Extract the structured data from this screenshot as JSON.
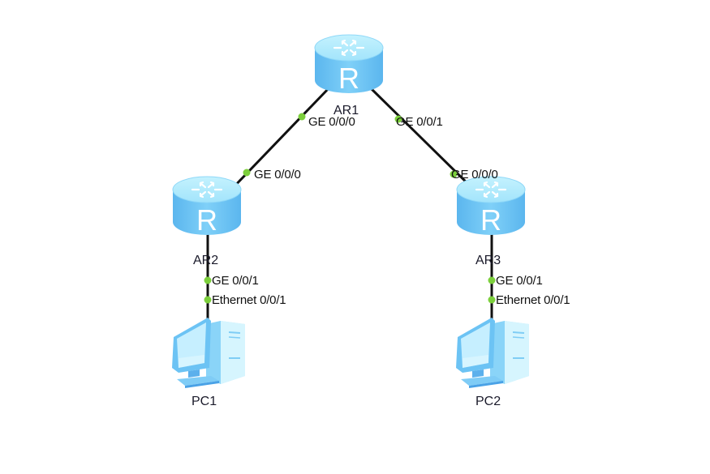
{
  "diagram": {
    "type": "network-topology",
    "colors": {
      "link": "#111111",
      "port_dot": "#7ccf3c",
      "router_top": "#b4ecfc",
      "router_body": "#6cc5f4",
      "router_body_dark": "#58b4ea",
      "pc_light": "#c8f0fe",
      "pc_mid": "#8fd6f8",
      "pc_dark": "#4aa8ec"
    },
    "nodes": [
      {
        "id": "AR1",
        "kind": "router",
        "label": "AR1",
        "glyph": "R"
      },
      {
        "id": "AR2",
        "kind": "router",
        "label": "AR2",
        "glyph": "R"
      },
      {
        "id": "AR3",
        "kind": "router",
        "label": "AR3",
        "glyph": "R"
      },
      {
        "id": "PC1",
        "kind": "pc",
        "label": "PC1"
      },
      {
        "id": "PC2",
        "kind": "pc",
        "label": "PC2"
      }
    ],
    "links": [
      {
        "from": "AR1",
        "from_port": "GE 0/0/0",
        "to": "AR2",
        "to_port": "GE 0/0/0"
      },
      {
        "from": "AR1",
        "from_port": "GE 0/0/1",
        "to": "AR3",
        "to_port": "GE 0/0/0"
      },
      {
        "from": "AR2",
        "from_port": "GE 0/0/1",
        "to": "PC1",
        "to_port": "Ethernet 0/0/1"
      },
      {
        "from": "AR3",
        "from_port": "GE 0/0/1",
        "to": "PC2",
        "to_port": "Ethernet 0/0/1"
      }
    ]
  },
  "labels": {
    "ar1": "AR1",
    "ar2": "AR2",
    "ar3": "AR3",
    "pc1": "PC1",
    "pc2": "PC2",
    "router_glyph": "R",
    "ar1_ge000": "GE 0/0/0",
    "ar1_ge001": "GE 0/0/1",
    "ar2_ge000": "GE 0/0/0",
    "ar3_ge000": "GE 0/0/0",
    "ar2_ge001": "GE 0/0/1",
    "pc1_eth": "Ethernet 0/0/1",
    "ar3_ge001": "GE 0/0/1",
    "pc2_eth": "Ethernet 0/0/1"
  }
}
